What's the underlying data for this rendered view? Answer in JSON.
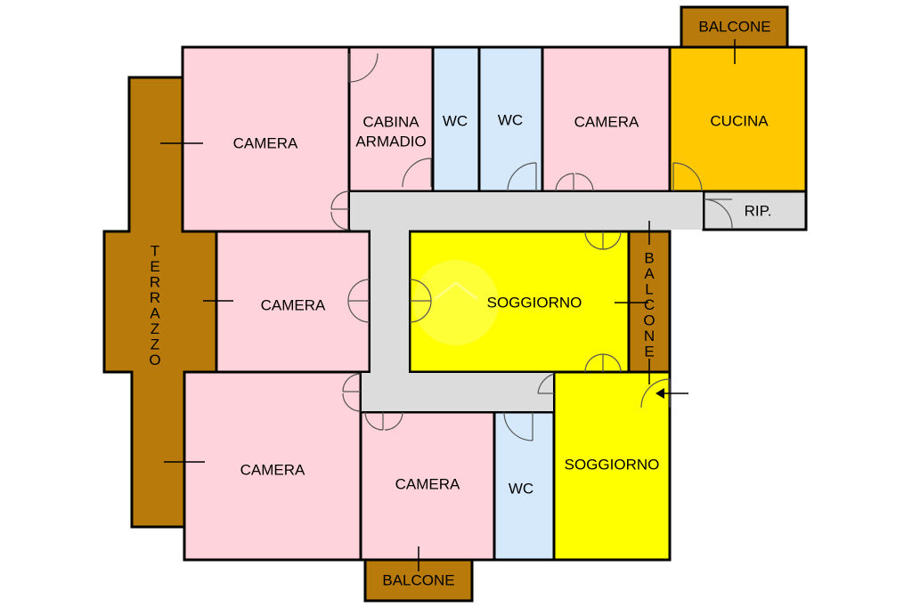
{
  "colors": {
    "bedroom": "#ffd3dc",
    "bathroom": "#d5e9fb",
    "living": "#ffff00",
    "kitchen": "#ffc800",
    "terrace": "#b87a0a",
    "hall": "#dcdcdc",
    "storage": "#dcdcdc"
  },
  "rooms": {
    "camera_top_left": "CAMERA",
    "cabina_armadio_l1": "CABINA",
    "cabina_armadio_l2": "ARMADIO",
    "wc_top_1": "WC",
    "wc_top_2": "WC",
    "camera_top_mid": "CAMERA",
    "cucina": "CUCINA",
    "balcone_top": "BALCONE",
    "rip": "RIP.",
    "camera_mid_left": "CAMERA",
    "soggiorno_1": "SOGGIORNO",
    "balcone_right": "BALCONE",
    "camera_bottom_left": "CAMERA",
    "camera_bottom_mid": "CAMERA",
    "wc_bottom": "WC",
    "soggiorno_2": "SOGGIORNO",
    "balcone_bottom": "BALCONE",
    "terrazzo": "TERRAZZO"
  },
  "entrance_icon": "arrow-left-icon"
}
